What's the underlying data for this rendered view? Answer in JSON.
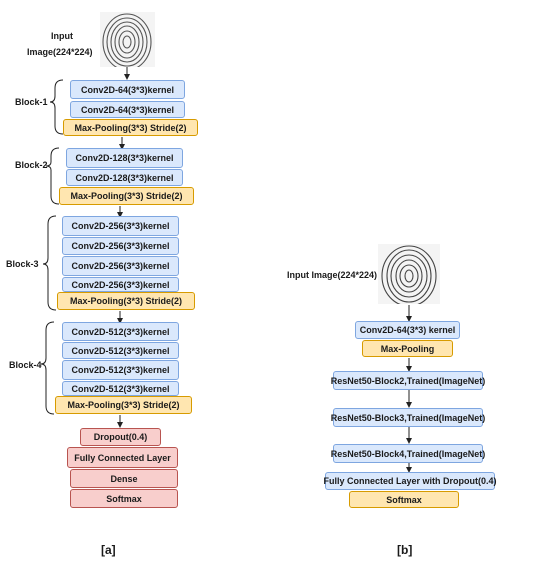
{
  "panel_a": {
    "input_label_1": "Input",
    "input_label_2": "Image(224*224)",
    "blocks": [
      {
        "name": "Block-1",
        "layers": [
          "Conv2D-64(3*3)kernel",
          "Conv2D-64(3*3)kernel"
        ],
        "pool": "Max-Pooling(3*3) Stride(2)"
      },
      {
        "name": "Block-2",
        "layers": [
          "Conv2D-128(3*3)kernel",
          "Conv2D-128(3*3)kernel"
        ],
        "pool": "Max-Pooling(3*3) Stride(2)"
      },
      {
        "name": "Block-3",
        "layers": [
          "Conv2D-256(3*3)kernel",
          "Conv2D-256(3*3)kernel",
          "Conv2D-256(3*3)kernel",
          "Conv2D-256(3*3)kernel"
        ],
        "pool": "Max-Pooling(3*3) Stride(2)"
      },
      {
        "name": "Block-4",
        "layers": [
          "Conv2D-512(3*3)kernel",
          "Conv2D-512(3*3)kernel",
          "Conv2D-512(3*3)kernel",
          "Conv2D-512(3*3)kernel"
        ],
        "pool": "Max-Pooling(3*3) Stride(2)"
      }
    ],
    "head": [
      "Dropout(0.4)",
      "Fully Connected Layer",
      "Dense",
      "Softmax"
    ],
    "caption": "[a]"
  },
  "panel_b": {
    "input_label": "Input Image(224*224)",
    "layers": [
      "Conv2D-64(3*3) kernel",
      "Max-Pooling",
      "ResNet50-Block2,Trained(ImageNet)",
      "ResNet50-Block3,Trained(ImageNet)",
      "ResNet50-Block4,Trained(ImageNet)",
      "Fully Connected Layer with Dropout(0.4)",
      "Softmax"
    ],
    "caption": "[b]"
  },
  "colors": {
    "conv": "#dae8fc",
    "pool": "#ffe6b0",
    "head": "#f8cecc"
  }
}
